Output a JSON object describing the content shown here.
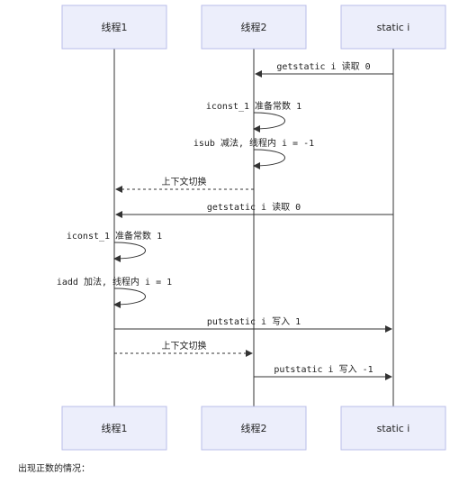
{
  "participants": [
    "线程1",
    "线程2",
    "static i"
  ],
  "messages": [
    {
      "from": 2,
      "to": 1,
      "label": "getstatic i 读取 0",
      "dashed": false
    },
    {
      "from": 1,
      "to": 1,
      "label": "iconst_1 准备常数 1",
      "self": true
    },
    {
      "from": 1,
      "to": 1,
      "label": "isub 减法, 线程内 i = -1",
      "self": true
    },
    {
      "from": 1,
      "to": 0,
      "label": "上下文切换",
      "dashed": true
    },
    {
      "from": 2,
      "to": 0,
      "label": "getstatic i 读取 0",
      "dashed": false
    },
    {
      "from": 0,
      "to": 0,
      "label": "iconst_1 准备常数 1",
      "self": true
    },
    {
      "from": 0,
      "to": 0,
      "label": "iadd 加法, 线程内 i = 1",
      "self": true
    },
    {
      "from": 0,
      "to": 2,
      "label": "putstatic i 写入 1",
      "dashed": false
    },
    {
      "from": 0,
      "to": 1,
      "label": "上下文切换",
      "dashed": true
    },
    {
      "from": 1,
      "to": 2,
      "label": "putstatic i 写入 -1",
      "dashed": false
    }
  ],
  "caption": "出现正数的情况：",
  "colors": {
    "box_fill": "#eceefb",
    "box_stroke": "#b9bde8",
    "line": "#333333"
  }
}
